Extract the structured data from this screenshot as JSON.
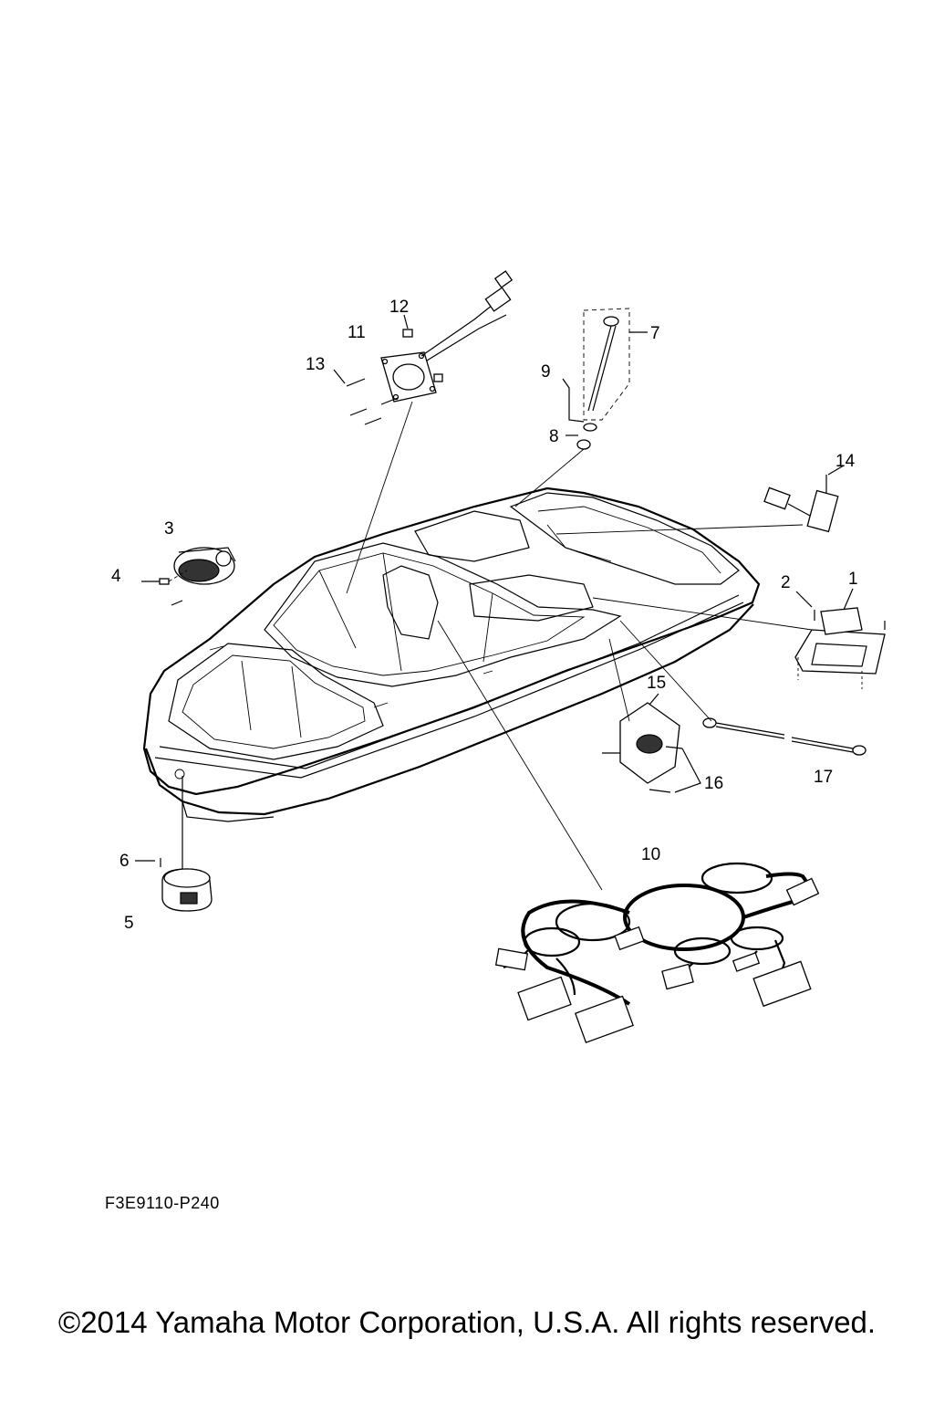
{
  "diagram": {
    "callouts": [
      "1",
      "2",
      "3",
      "4",
      "5",
      "6",
      "7",
      "8",
      "9",
      "10",
      "11",
      "12",
      "13",
      "14",
      "15",
      "16",
      "17"
    ]
  },
  "figure_code": "F3E9110-P240",
  "copyright": "©2014 Yamaha Motor Corporation, U.S.A. All rights reserved."
}
